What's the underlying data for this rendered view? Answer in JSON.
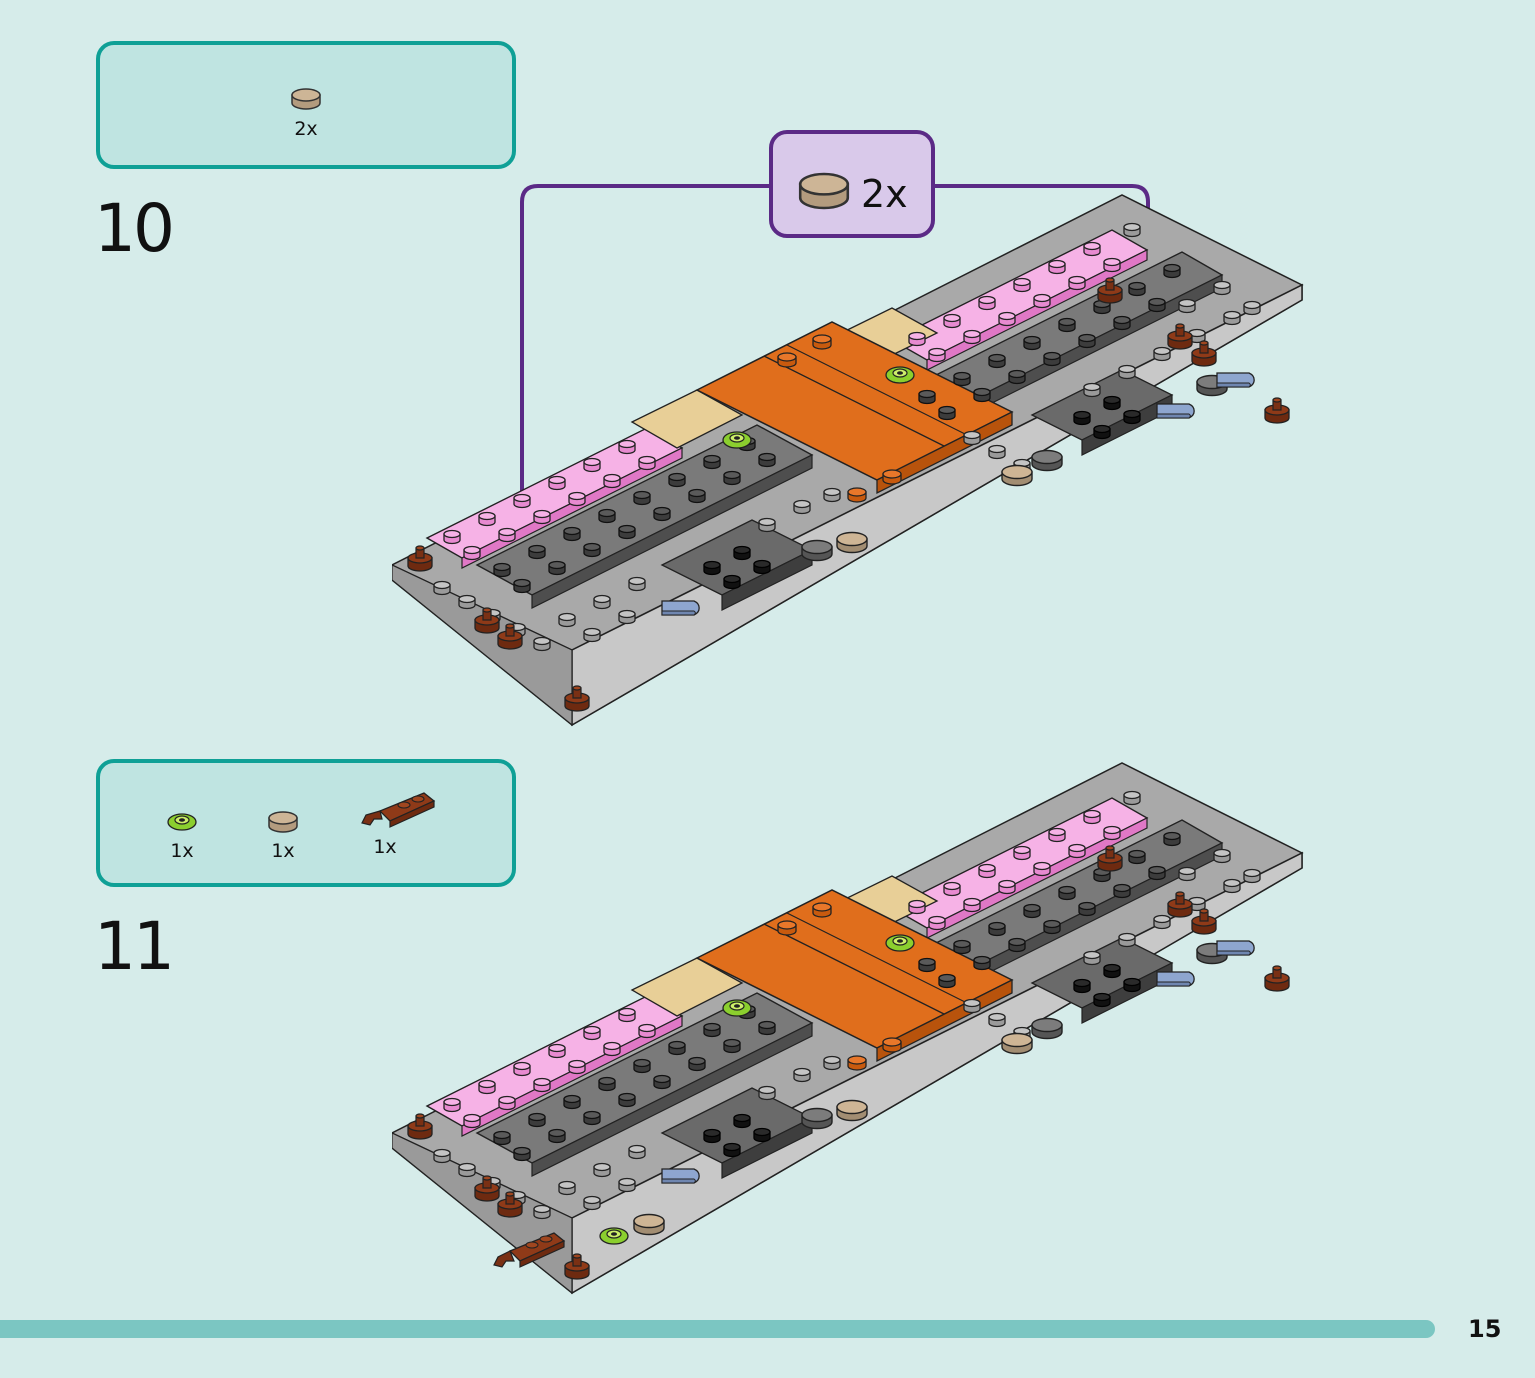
{
  "steps": [
    {
      "number": "10",
      "parts": [
        {
          "icon": "tan-round-tile-icon",
          "qty": "2x"
        }
      ],
      "callout": {
        "icon": "tan-round-tile-icon",
        "qty": "2x"
      }
    },
    {
      "number": "11",
      "parts": [
        {
          "icon": "lime-flower-plate-icon",
          "qty": "1x"
        },
        {
          "icon": "tan-round-tile-icon",
          "qty": "1x"
        },
        {
          "icon": "brown-clip-plate-icon",
          "qty": "1x"
        }
      ]
    }
  ],
  "page_number": "15",
  "colors": {
    "background": "#d6ecea",
    "parts_box_border": "#0fa096",
    "parts_box_fill": "#bfe4e1",
    "callout_border": "#5b2a86",
    "callout_fill": "#d9c9ea",
    "bottom_bar": "#7bc6c2"
  }
}
